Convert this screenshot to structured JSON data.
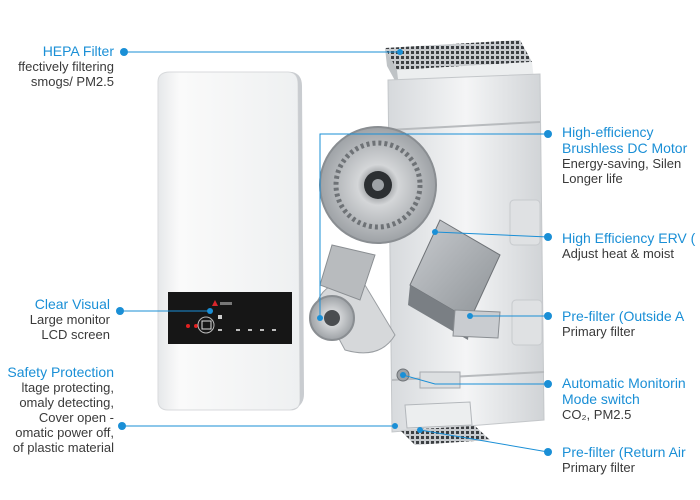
{
  "colors": {
    "accent": "#1a8fd6",
    "text": "#3a3a3a",
    "panel_body": "#f4f5f6",
    "panel_display": "#161616",
    "indicator_red": "#e02020",
    "brand_logo": "#d9262c"
  },
  "callouts_left": [
    {
      "title": "HEPA Filter",
      "desc": [
        "ffectively filtering",
        "smogs/ PM2.5"
      ]
    },
    {
      "title": "Clear Visual",
      "desc": [
        "Large monitor",
        "LCD screen"
      ]
    },
    {
      "title": "Safety Protection",
      "desc": [
        "ltage protecting,",
        "omaly detecting,",
        "Cover open -",
        "omatic power off,",
        "of plastic material"
      ]
    }
  ],
  "callouts_right": [
    {
      "title": [
        "High-efficiency",
        "Brushless DC Motor"
      ],
      "desc": [
        "Energy-saving, Silen",
        "Longer life"
      ]
    },
    {
      "title": [
        "High Efficiency ERV ("
      ],
      "desc": [
        "Adjust heat & moist"
      ]
    },
    {
      "title": [
        "Pre-filter (Outside A"
      ],
      "desc": [
        "Primary filter"
      ]
    },
    {
      "title": [
        "Automatic Monitorin",
        "Mode switch"
      ],
      "desc": [
        "CO₂, PM2.5"
      ]
    },
    {
      "title": [
        "Pre-filter (Return Air"
      ],
      "desc": [
        "Primary filter"
      ]
    }
  ],
  "icons": [
    "delta-logo-icon",
    "power-indicator-icon",
    "display-readout-icon",
    "touch-button-icon"
  ]
}
